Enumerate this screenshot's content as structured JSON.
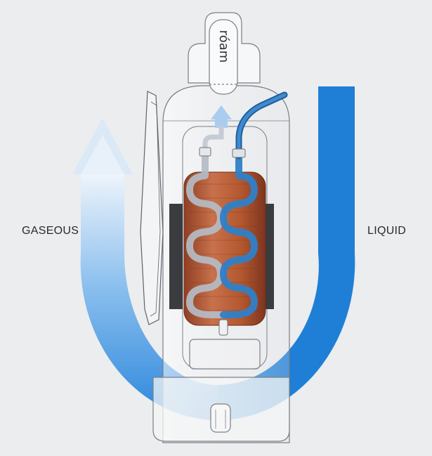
{
  "labels": {
    "gaseous": "GASEOUS",
    "liquid": "LIQUID",
    "brand": "róam"
  },
  "colors": {
    "background": "#ecedef",
    "liquid_blue": "#1f7fd6",
    "copper": "#b45a38",
    "tube_blue": "#2f7fc8"
  }
}
